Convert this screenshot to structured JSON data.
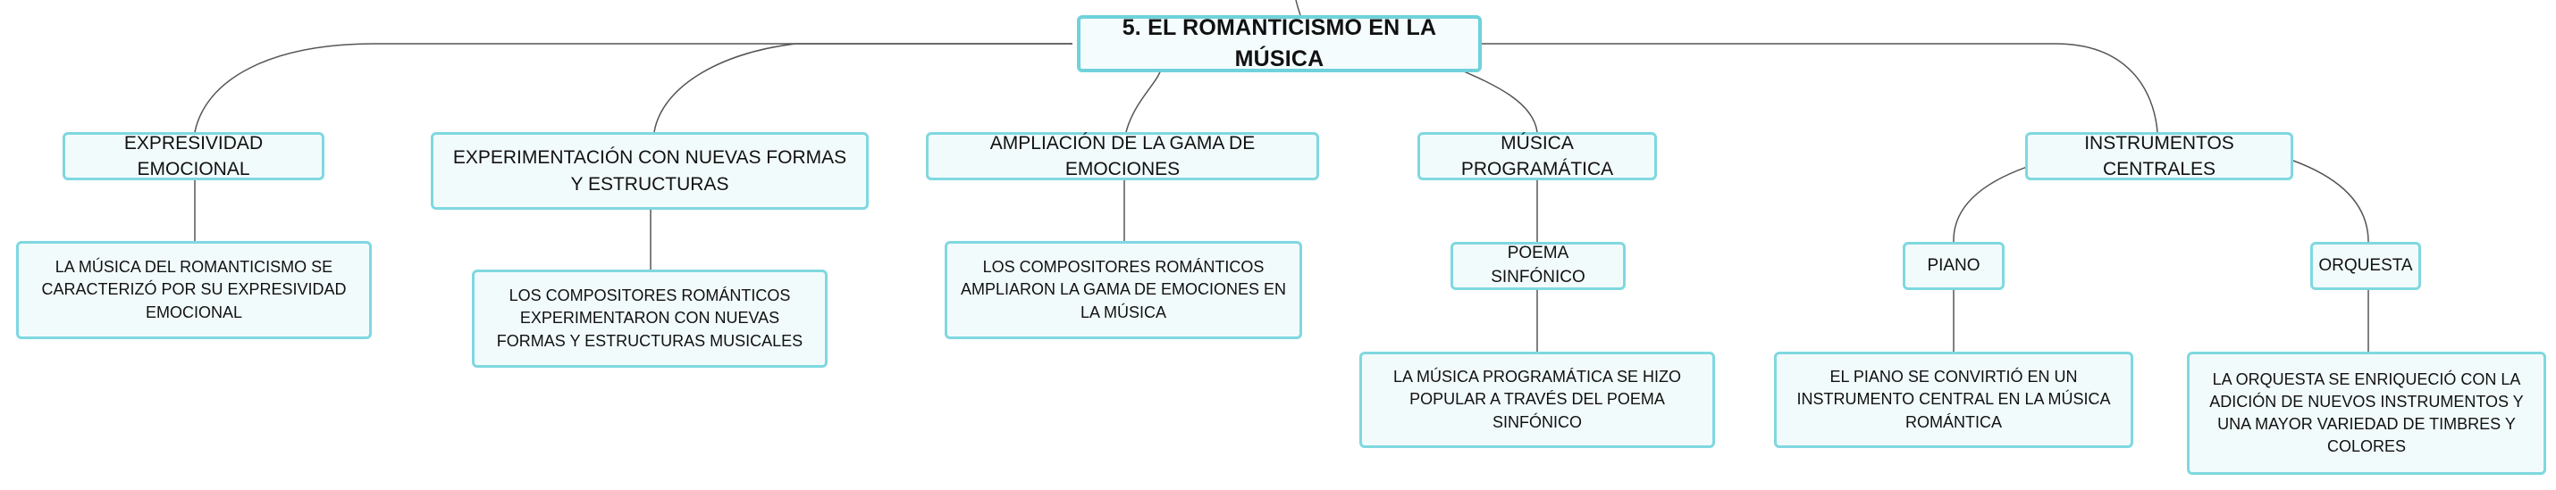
{
  "root": {
    "label": "5. EL ROMANTICISMO EN LA MÚSICA"
  },
  "branches": [
    {
      "label": "EXPRESIVIDAD EMOCIONAL",
      "leaf": "LA MÚSICA DEL ROMANTICISMO SE CARACTERIZÓ POR SU EXPRESIVIDAD EMOCIONAL"
    },
    {
      "label": "EXPERIMENTACIÓN CON NUEVAS FORMAS Y ESTRUCTURAS",
      "leaf": "LOS COMPOSITORES ROMÁNTICOS EXPERIMENTARON CON NUEVAS FORMAS Y ESTRUCTURAS MUSICALES"
    },
    {
      "label": "AMPLIACIÓN DE LA GAMA DE EMOCIONES",
      "leaf": "LOS COMPOSITORES ROMÁNTICOS AMPLIARON LA GAMA DE EMOCIONES EN LA MÚSICA"
    },
    {
      "label": "MÚSICA PROGRAMÁTICA",
      "sub": "POEMA SINFÓNICO",
      "leaf": "LA MÚSICA PROGRAMÁTICA SE HIZO POPULAR A TRAVÉS DEL POEMA SINFÓNICO"
    },
    {
      "label": "INSTRUMENTOS CENTRALES",
      "children": [
        {
          "label": "PIANO",
          "leaf": "EL PIANO SE CONVIRTIÓ EN UN INSTRUMENTO CENTRAL EN LA MÚSICA ROMÁNTICA"
        },
        {
          "label": "ORQUESTA",
          "leaf": "LA ORQUESTA SE ENRIQUECIÓ CON LA ADICIÓN DE NUEVOS INSTRUMENTOS Y UNA MAYOR VARIEDAD DE TIMBRES Y COLORES"
        }
      ]
    }
  ],
  "colors": {
    "node_fill": "#f2fbfc",
    "node_border": "#7fd8e0",
    "connector": "#555555"
  }
}
